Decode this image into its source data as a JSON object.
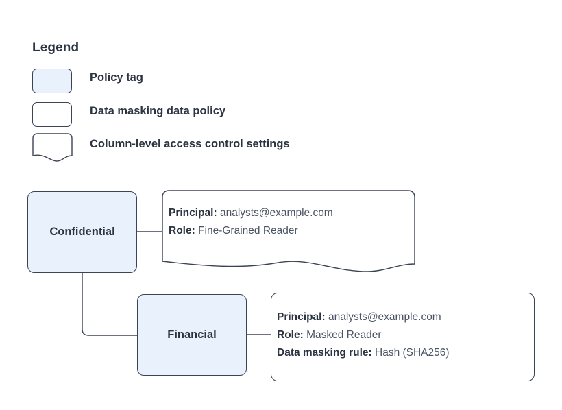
{
  "legend": {
    "title": "Legend",
    "items": [
      {
        "shape": "rounded-rect-filled",
        "label": "Policy tag"
      },
      {
        "shape": "rounded-rect-outline",
        "label": "Data masking data policy"
      },
      {
        "shape": "wave-bottom-rect",
        "label": "Column-level access control settings"
      }
    ]
  },
  "colors": {
    "policy_tag_fill": "#e9f1fd",
    "stroke": "#3b4454",
    "text": "#2b3440",
    "value_text": "#4a5463",
    "background": "#ffffff"
  },
  "nodes": [
    {
      "id": "confidential",
      "label": "Confidential",
      "type": "policy-tag"
    },
    {
      "id": "financial",
      "label": "Financial",
      "type": "policy-tag"
    }
  ],
  "callouts": [
    {
      "id": "confidential-access",
      "type": "column-level-access-control-settings",
      "attached_to": "confidential",
      "rows": [
        {
          "key": "Principal:",
          "value": "analysts@example.com"
        },
        {
          "key": "Role:",
          "value": "Fine-Grained Reader"
        }
      ]
    },
    {
      "id": "financial-access",
      "type": "data-masking-data-policy",
      "attached_to": "financial",
      "rows": [
        {
          "key": "Principal:",
          "value": "analysts@example.com"
        },
        {
          "key": "Role:",
          "value": "Masked Reader"
        },
        {
          "key": "Data masking rule:",
          "value": "Hash (SHA256)"
        }
      ]
    }
  ],
  "connectors": [
    {
      "from": "confidential",
      "to": "confidential-access",
      "style": "straight-horizontal"
    },
    {
      "from": "confidential",
      "to": "financial",
      "style": "orthogonal-down-right"
    },
    {
      "from": "financial",
      "to": "financial-access",
      "style": "straight-horizontal"
    }
  ]
}
